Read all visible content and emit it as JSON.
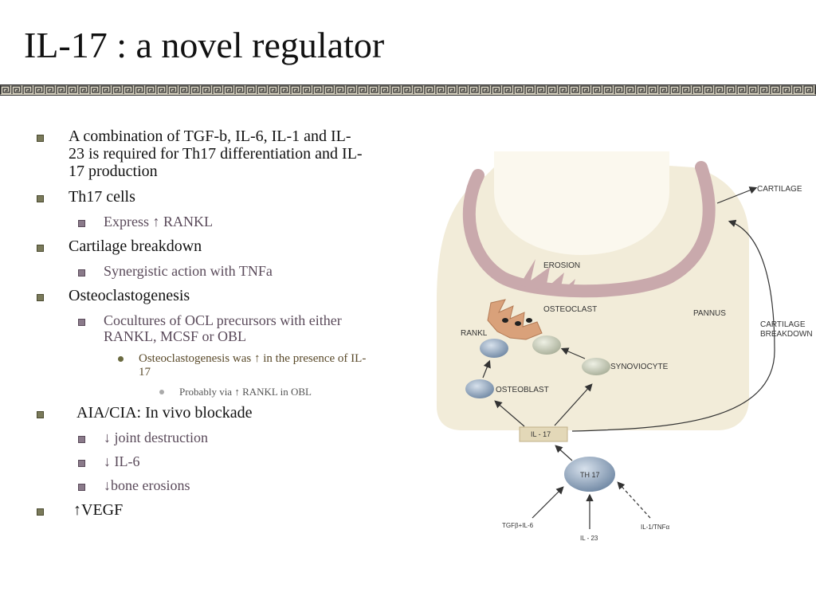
{
  "slide": {
    "title": "IL-17 : a novel regulator"
  },
  "bullets": [
    {
      "level": 1,
      "text": "A combination of TGF-b, IL-6, IL-1 and IL-23 is required for Th17 differentiation and IL-17 production"
    },
    {
      "level": 1,
      "text": "Th17 cells"
    },
    {
      "level": 2,
      "text": "Express ↑ RANKL"
    },
    {
      "level": 1,
      "text": "Cartilage breakdown"
    },
    {
      "level": 2,
      "text": "Synergistic action with TNFa"
    },
    {
      "level": 1,
      "text": "Osteoclastogenesis"
    },
    {
      "level": 2,
      "text": "Cocultures of OCL precursors with either RANKL, MCSF or OBL"
    },
    {
      "level": 3,
      "text": "Osteoclastogenesis was ↑ in the presence of IL-17"
    },
    {
      "level": 4,
      "text": "Probably via ↑ RANKL in OBL"
    },
    {
      "level": 1,
      "text": "AIA/CIA: In vivo blockade"
    },
    {
      "level": 2,
      "text": "↓ joint destruction"
    },
    {
      "level": 2,
      "text": "↓ IL-6"
    },
    {
      "level": 2,
      "text": "↓bone erosions"
    },
    {
      "level": 1,
      "text": "↑VEGF"
    }
  ],
  "diagram": {
    "labels": {
      "cartilage": "CARTILAGE",
      "erosion": "EROSION",
      "osteoclast": "OSTEOCLAST",
      "pannus": "PANNUS",
      "cartilage_breakdown_1": "CARTILAGE",
      "cartilage_breakdown_2": "BREAKDOWN",
      "rankl": "RANKL",
      "synoviocyte": "SYNOVIOCYTE",
      "osteoblast": "OSTEOBLAST",
      "il17": "IL - 17",
      "th17": "TH 17",
      "tgf_il6": "TGFβ+IL-6",
      "il23": "IL - 23",
      "il1_tnf": "IL-1/TNFα"
    }
  }
}
